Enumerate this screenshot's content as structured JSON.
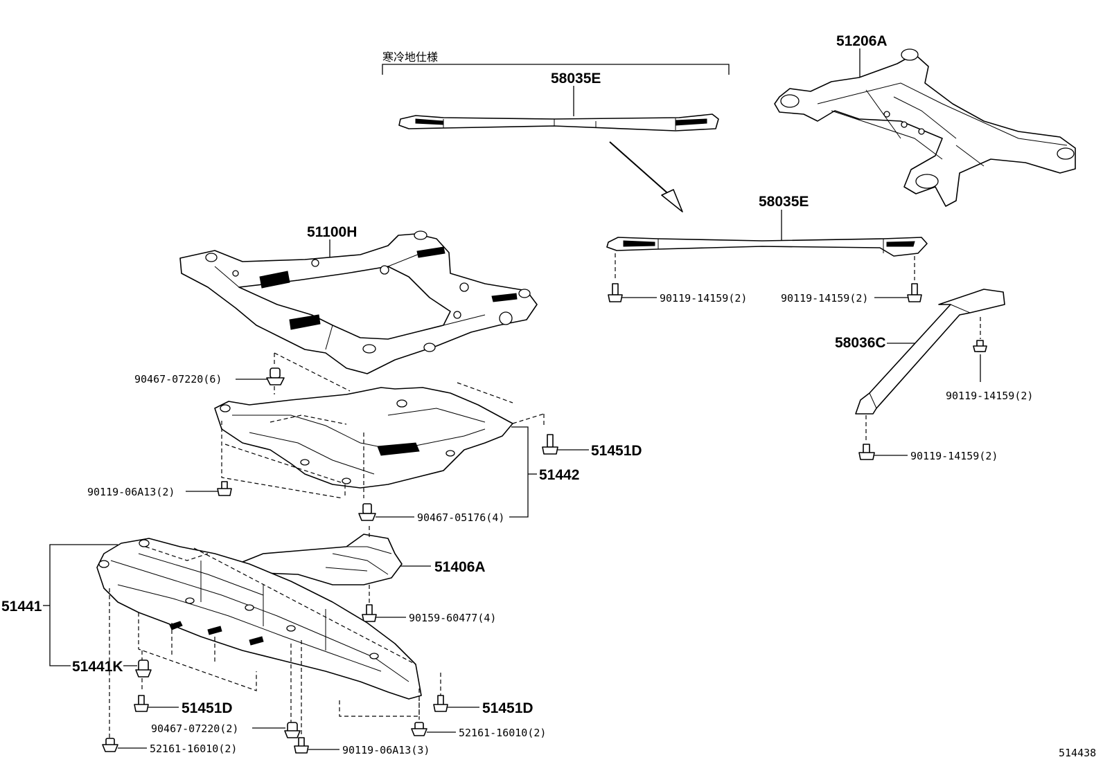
{
  "title_note": "寒冷地仕様",
  "diagram_id": "514438",
  "labels": {
    "p51206A": "51206A",
    "p58035E_top": "58035E",
    "p58035E": "58035E",
    "p51100H": "51100H",
    "p58036C": "58036C",
    "p90119_14159_a": "90119-14159(2)",
    "p90119_14159_b": "90119-14159(2)",
    "p90119_14159_c": "90119-14159(2)",
    "p90119_14159_d": "90119-14159(2)",
    "p90467_07220_6": "90467-07220(6)",
    "p51451D_a": "51451D",
    "p51442": "51442",
    "p90119_06A13_2": "90119-06A13(2)",
    "p90467_05176": "90467-05176(4)",
    "p51406A": "51406A",
    "p51441": "51441",
    "p90159_60477": "90159-60477(4)",
    "p51441K": "51441K",
    "p51451D_b": "51451D",
    "p51451D_c": "51451D",
    "p90467_07220_2": "90467-07220(2)",
    "p52161_16010_a": "52161-16010(2)",
    "p52161_16010_b": "52161-16010(2)",
    "p90119_06A13_3": "90119-06A13(3)"
  }
}
